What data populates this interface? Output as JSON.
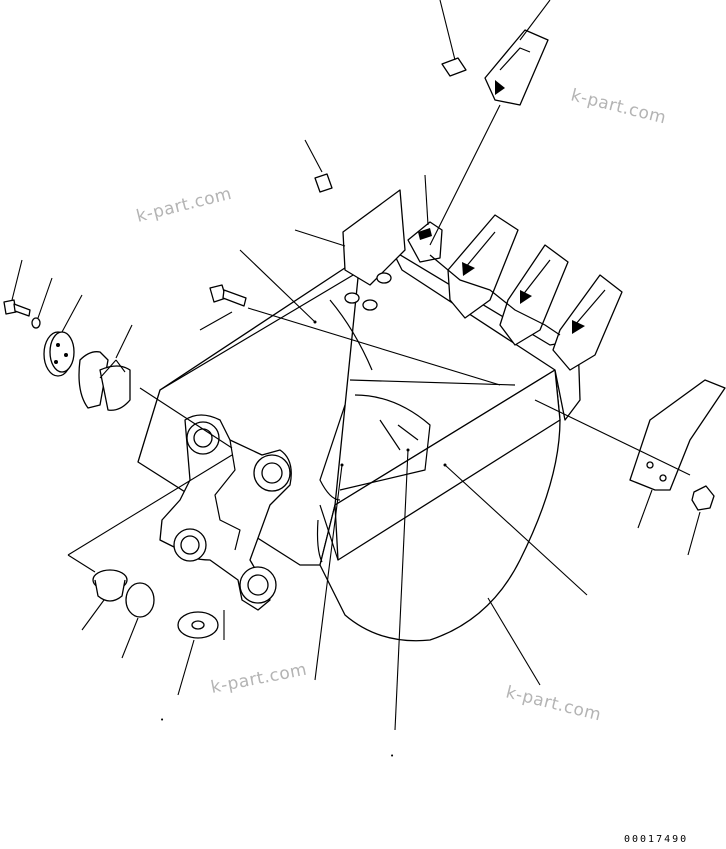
{
  "watermarks": [
    "k-part.com",
    "k-part.com",
    "k-part.com",
    "k-part.com"
  ],
  "drawing_code": "00017490",
  "labels": [
    "•",
    "•"
  ]
}
